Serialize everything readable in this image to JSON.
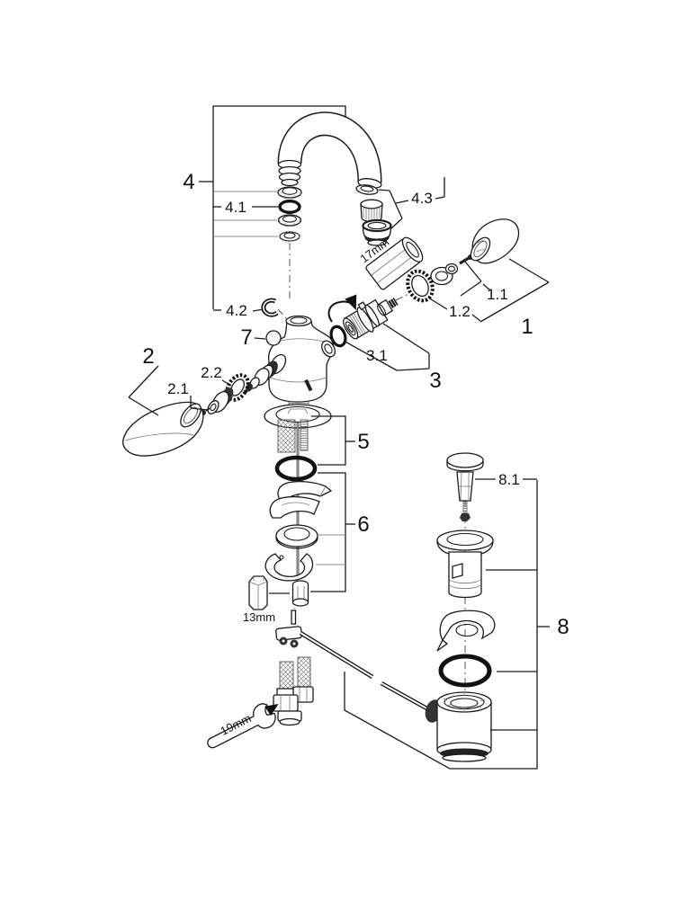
{
  "diagram": {
    "background": "#ffffff",
    "line_color": "#1a1a1a",
    "labels": {
      "n1": "1",
      "n1_1": "1.1",
      "n1_2": "1.2",
      "n2": "2",
      "n2_1": "2.1",
      "n2_2": "2.2",
      "n3": "3",
      "n3_1": "3.1",
      "n4": "4",
      "n4_1": "4.1",
      "n4_2": "4.2",
      "n4_3": "4.3",
      "n5": "5",
      "n6": "6",
      "n7": "7",
      "n8": "8",
      "n8_1": "8.1"
    },
    "tools": {
      "hex_socket_17": "17mm",
      "hex_socket_13": "13mm",
      "open_wrench_19": "19mm"
    }
  }
}
